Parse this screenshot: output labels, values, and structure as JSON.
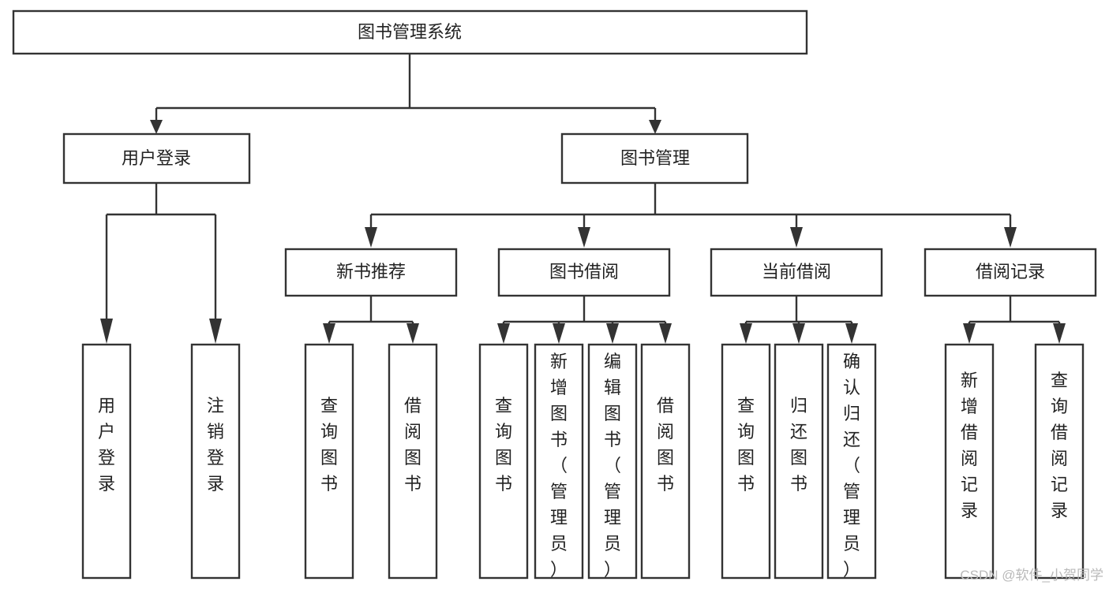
{
  "diagram": {
    "type": "tree",
    "title": "图书管理系统",
    "root": {
      "id": "root",
      "label": "图书管理系统"
    },
    "level2": [
      {
        "id": "user-login",
        "label": "用户登录"
      },
      {
        "id": "book-manage",
        "label": "图书管理"
      }
    ],
    "level3": [
      {
        "id": "new-book-recommend",
        "label": "新书推荐"
      },
      {
        "id": "book-borrow",
        "label": "图书借阅"
      },
      {
        "id": "current-borrow",
        "label": "当前借阅"
      },
      {
        "id": "borrow-record",
        "label": "借阅记录"
      }
    ],
    "leaves": {
      "user_login": [
        {
          "id": "leaf-user-login",
          "label": "用户登录"
        },
        {
          "id": "leaf-logout-login",
          "label": "注销登录"
        }
      ],
      "new_book_recommend": [
        {
          "id": "leaf-query-book-1",
          "label": "查询图书"
        },
        {
          "id": "leaf-borrow-book-1",
          "label": "借阅图书"
        }
      ],
      "book_borrow": [
        {
          "id": "leaf-query-book-2",
          "label": "查询图书"
        },
        {
          "id": "leaf-add-book",
          "label": "新增图书（管理员）"
        },
        {
          "id": "leaf-edit-book",
          "label": "编辑图书（管理员）"
        },
        {
          "id": "leaf-borrow-book-2",
          "label": "借阅图书"
        }
      ],
      "current_borrow": [
        {
          "id": "leaf-query-book-3",
          "label": "查询图书"
        },
        {
          "id": "leaf-return-book",
          "label": "归还图书"
        },
        {
          "id": "leaf-confirm-return",
          "label": "确认归还（管理员）"
        }
      ],
      "borrow_record": [
        {
          "id": "leaf-add-record",
          "label": "新增借阅记录"
        },
        {
          "id": "leaf-query-record",
          "label": "查询借阅记录"
        }
      ]
    }
  },
  "watermark": {
    "text": "CSDN @软件_小贺同学"
  },
  "colors": {
    "stroke": "#333333",
    "fill": "#ffffff",
    "text": "#222222",
    "watermark": "#b9b9b9"
  }
}
